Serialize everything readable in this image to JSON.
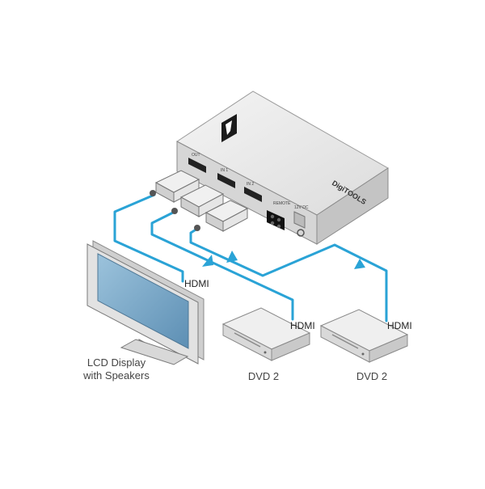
{
  "labels": {
    "hdmi_display": "HDMI",
    "hdmi_dvd1": "HDMI",
    "hdmi_dvd2": "HDMI",
    "display_line1": "LCD Display",
    "display_line2": "with Speakers",
    "dvd1": "DVD 2",
    "dvd2": "DVD 2"
  },
  "switcher": {
    "brand_text": "DigiTOOLS",
    "port_out": "OUT",
    "port_in1": "IN 1",
    "port_in2": "IN 2",
    "port_remote": "REMOTE",
    "port_power": "12V DC"
  },
  "colors": {
    "cable": "#2aa3d6",
    "device_body": "#e4e4e4",
    "device_edge": "#9a9a9a",
    "screen": "#7aa8c8",
    "text": "#444444"
  }
}
